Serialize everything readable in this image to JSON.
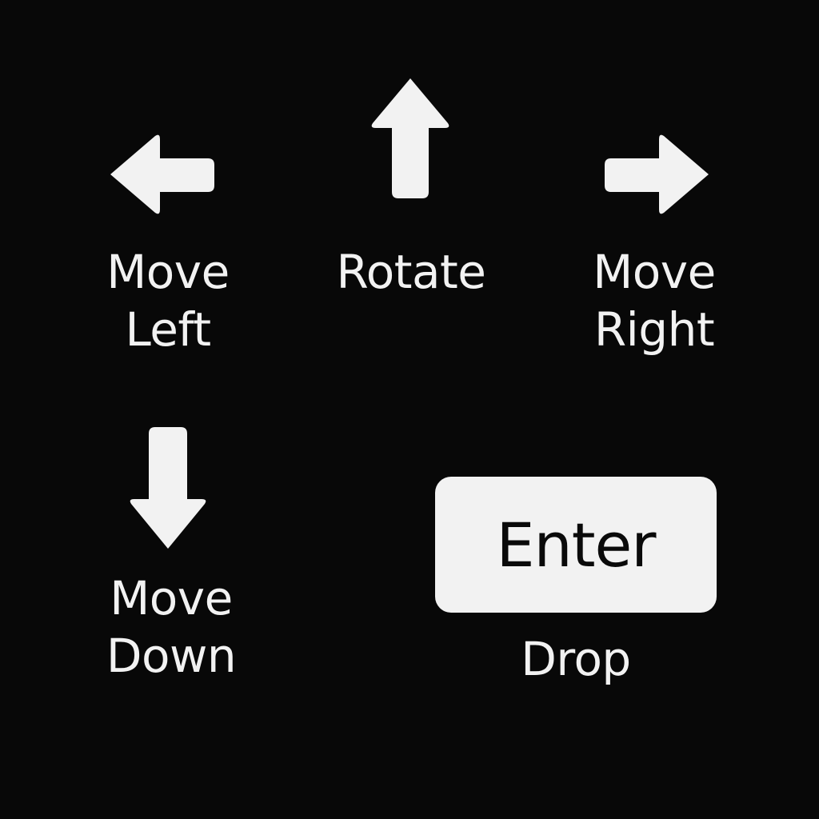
{
  "colors": {
    "background": "#080808",
    "foreground": "#f2f2f2",
    "key_text": "#0a0a0a"
  },
  "controls": {
    "move_left": {
      "icon": "arrow-left-icon",
      "label_line1": "Move",
      "label_line2": "Left"
    },
    "rotate": {
      "icon": "arrow-up-icon",
      "label": "Rotate"
    },
    "move_right": {
      "icon": "arrow-right-icon",
      "label_line1": "Move",
      "label_line2": "Right"
    },
    "move_down": {
      "icon": "arrow-down-icon",
      "label_line1": "Move",
      "label_line2": "Down"
    },
    "drop": {
      "key_label": "Enter",
      "label": "Drop"
    }
  }
}
